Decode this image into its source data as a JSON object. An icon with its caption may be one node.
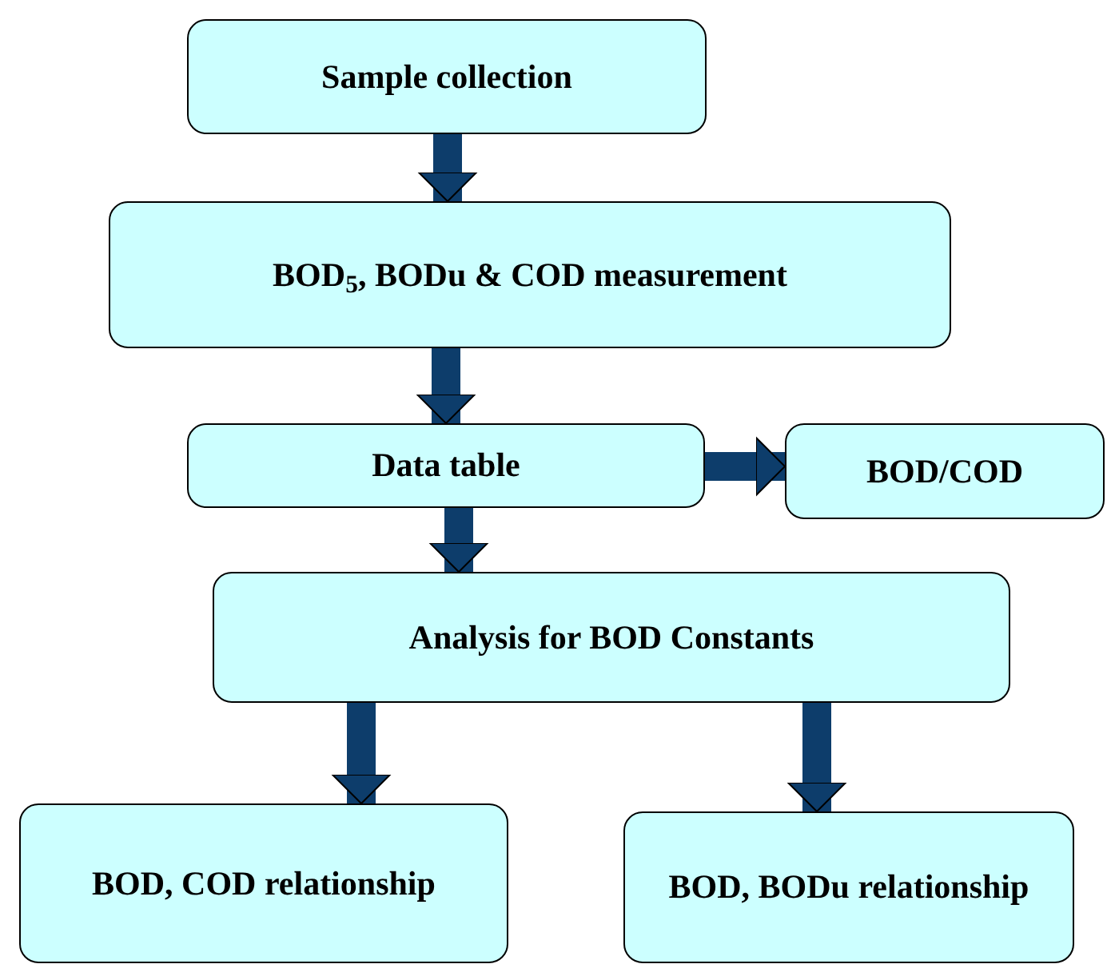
{
  "diagram": {
    "nodes": [
      {
        "text": [
          "Sample collection"
        ]
      },
      {
        "text": [
          "BOD$_{5}$, BODu & COD measurement"
        ]
      },
      {
        "text": [
          "Data table"
        ]
      },
      {
        "text": [
          "BOD/COD"
        ]
      },
      {
        "text": [
          "Analysis for BOD Constants"
        ]
      },
      {
        "text": [
          "BOD, COD relationship"
        ]
      },
      {
        "text": [
          "BOD, BODu relationship"
        ]
      }
    ],
    "edges": [
      {
        "from": 0,
        "to": 1,
        "arrow": "to"
      },
      {
        "from": 1,
        "to": 2,
        "arrow": "to"
      },
      {
        "from": 2,
        "to": 3,
        "arrow": "to"
      },
      {
        "from": 2,
        "to": 4,
        "arrow": "to"
      },
      {
        "from": 4,
        "to": 5,
        "arrow": "to"
      },
      {
        "from": 4,
        "to": 6,
        "arrow": "to"
      }
    ]
  }
}
